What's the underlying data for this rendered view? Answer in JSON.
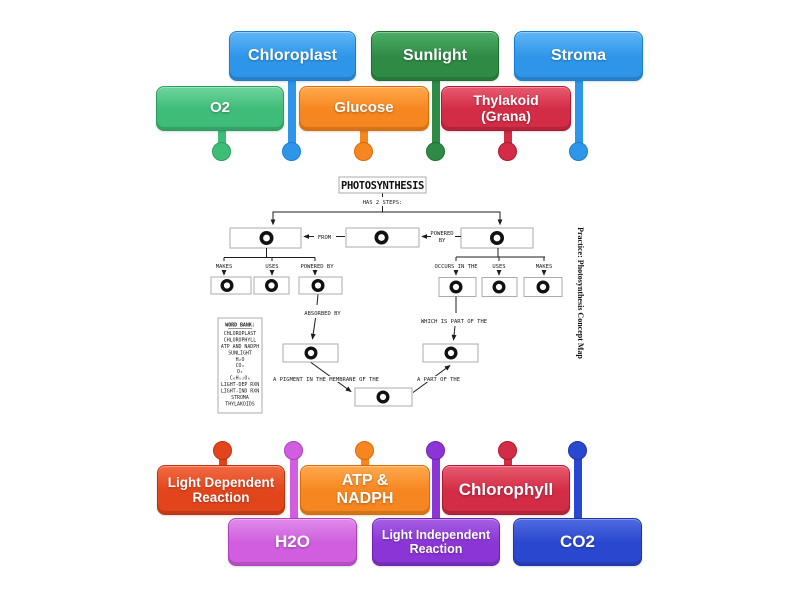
{
  "colors": {
    "blue": "#2e96e8",
    "green": "#3fbc78",
    "green_dark": "#2e8b45",
    "orange": "#f6861f",
    "crimson": "#d22c46",
    "red_orange": "#e2451c",
    "orchid": "#d05ede",
    "purple": "#8b35d6",
    "royal_blue": "#2a48cf",
    "map_line": "#1c1c1c"
  },
  "tiles": {
    "top_row1": [
      {
        "label": "Chloroplast",
        "color": "#2e96e8"
      },
      {
        "label": "Sunlight",
        "color": "#2e8b45"
      },
      {
        "label": "Stroma",
        "color": "#2e96e8"
      }
    ],
    "top_row2": [
      {
        "label": "O2",
        "color": "#3fbc78"
      },
      {
        "label": "Glucose",
        "color": "#f6861f"
      },
      {
        "label": "Thylakoid (Grana)",
        "color": "#d22c46"
      }
    ],
    "bottom_row1": [
      {
        "label": "Light Dependent Reaction",
        "color": "#e2451c"
      },
      {
        "label": "ATP & NADPH",
        "color": "#f6861f"
      },
      {
        "label": "Chlorophyll",
        "color": "#d22c46"
      }
    ],
    "bottom_row2": [
      {
        "label": "H2O",
        "color": "#d05ede"
      },
      {
        "label": "Light Independent Reaction",
        "color": "#8b35d6"
      },
      {
        "label": "CO2",
        "color": "#2a48cf"
      }
    ]
  },
  "map": {
    "title": "PHOTOSYNTHESIS",
    "subtitle": "HAS 2 STEPS:",
    "from_label": "FROM",
    "powered_by_words": [
      "POWERED",
      "BY"
    ],
    "left_branch": [
      "MAKES",
      "USES",
      "POWERED BY"
    ],
    "right_branch": [
      "OCCURS IN THE",
      "USES",
      "MAKES"
    ],
    "absorbed_by": "ABSORBED BY",
    "which_part": "WHICH IS PART OF THE",
    "pigment": "A PIGMENT IN THE MEMBRANE OF THE",
    "part_of": "A PART OF THE",
    "word_bank": {
      "title": "WORD BANK:",
      "items": [
        "CHLOROPLAST",
        "CHLOROPHYLL",
        "ATP AND NADPH",
        "SUNLIGHT",
        "H₂O",
        "CO₂",
        "O₂",
        "C₆H₁₂O₆",
        "LIGHT-DEP RXN",
        "LIGHT-IND RXN",
        "STROMA",
        "THYLAKOIDS"
      ]
    },
    "side_caption": "Practice: Photosynthesis Concept Map"
  }
}
